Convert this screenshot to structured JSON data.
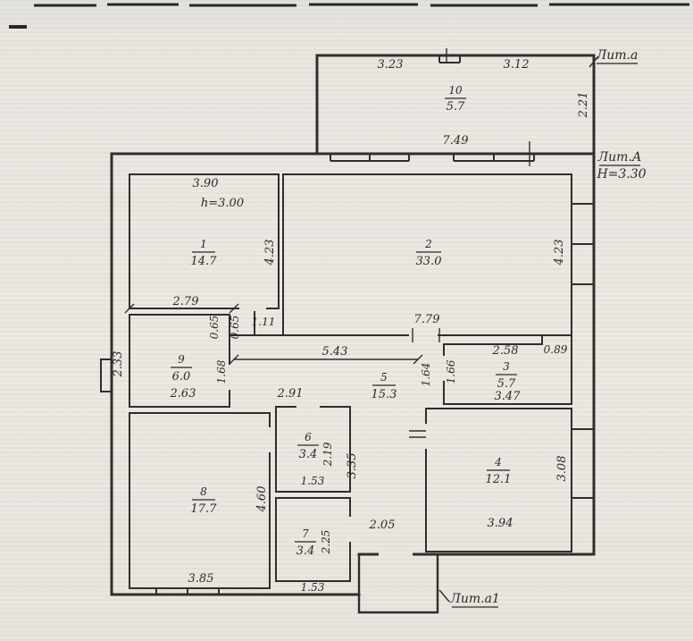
{
  "scene": {
    "bg": "#eae7e1",
    "ink": "#2b2724"
  },
  "annex": {
    "label": "Лит.а",
    "dim_top_left": "3.23",
    "dim_top_right": "3.12",
    "num": "10",
    "area": "5.7",
    "dim_right": "2.21",
    "dim_bottom": "7.49"
  },
  "building": {
    "label": "Лит.А",
    "height": "Н=3.30",
    "porch_label": "Лит.а1"
  },
  "rooms": {
    "r1": {
      "num": "1",
      "area": "14.7",
      "dim_width": "3.90",
      "note": "h=3.00",
      "dim_height": "4.23",
      "dim_bottom": "2.79"
    },
    "r2": {
      "num": "2",
      "area": "33.0",
      "dim_height": "4.23",
      "dim_bottom": "7.79"
    },
    "r3": {
      "num": "3",
      "area": "5.7",
      "dim_top": "2.58",
      "dim_top_right": "0.89",
      "dim_left": "1.66",
      "dim_left_outer": "1.64",
      "dim_bottom": "3.47"
    },
    "r4": {
      "num": "4",
      "area": "12.1",
      "dim_right": "3.08",
      "dim_bottom": "3.94"
    },
    "r5": {
      "num": "5",
      "area": "15.3",
      "dim_top": "5.43",
      "dim_left": "2.91",
      "dim_corridor": "2.05"
    },
    "r6": {
      "num": "6",
      "area": "3.4",
      "dim_right": "2.19",
      "dim_bottom": "1.53",
      "dim_outer_right": "3.35"
    },
    "r7": {
      "num": "7",
      "area": "3.4",
      "dim_right": "2.25",
      "dim_bottom": "1.53"
    },
    "r8": {
      "num": "8",
      "area": "17.7",
      "dim_right": "4.60",
      "dim_bottom": "3.85"
    },
    "r9": {
      "num": "9",
      "area": "6.0",
      "dim_left": "2.33",
      "dim_top_a": "0.65",
      "dim_top_b": "0.65",
      "dim_top_c": "1.11",
      "dim_right": "1.68",
      "dim_bottom": "2.63"
    }
  }
}
